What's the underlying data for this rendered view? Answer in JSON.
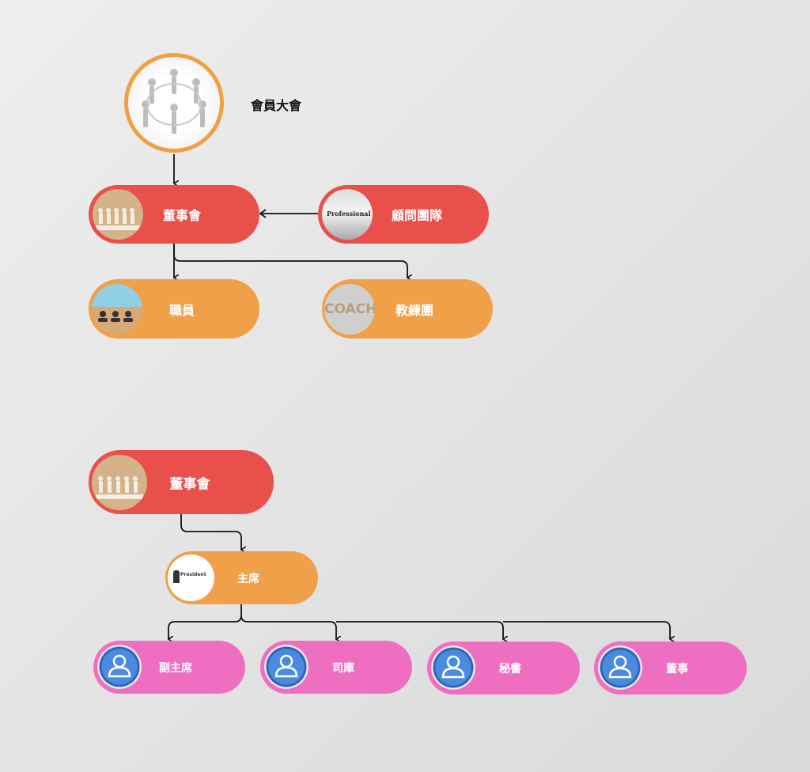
{
  "chart1": {
    "general_assembly": "會員大會",
    "board": "董事會",
    "advisors": "顧問團隊",
    "staff": "職員",
    "coaches": "教練團"
  },
  "chart2": {
    "board": "董事會",
    "chairman": "主席",
    "chairman_image_text": "President",
    "members": [
      "副主席",
      "司庫",
      "秘書",
      "董事"
    ]
  },
  "colors": {
    "red": "#e9504b",
    "orange": "#f0a048",
    "pink": "#ee6fc1",
    "ring": "#f0a044"
  },
  "images": {
    "coach_text": "COACH",
    "professional_text": "Professional"
  }
}
